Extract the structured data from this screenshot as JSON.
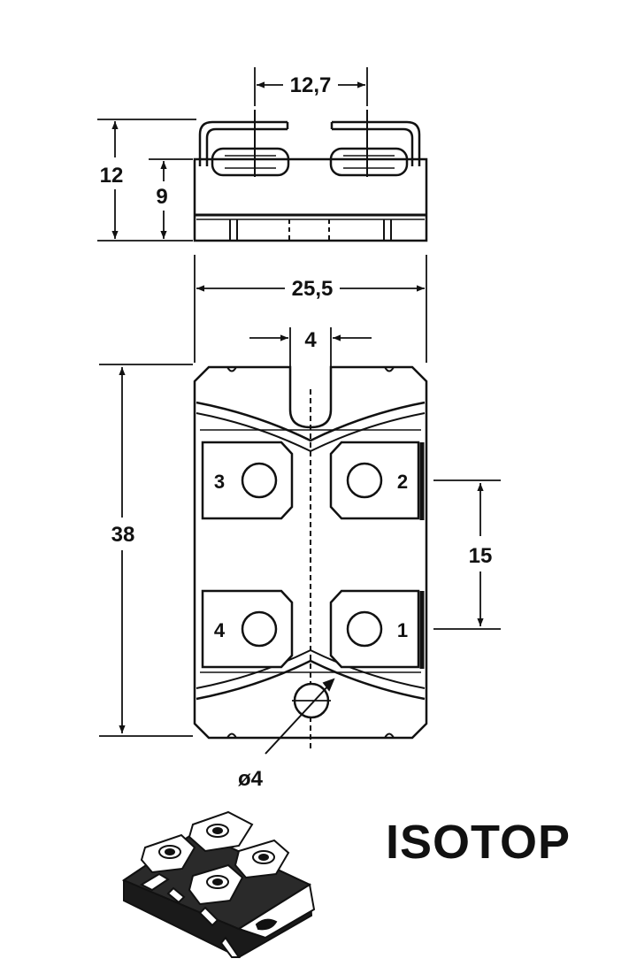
{
  "title": "ISOTOP",
  "dimensions": {
    "pin_spacing": "12,7",
    "total_height": "12",
    "body_height": "9",
    "width": "25,5",
    "slot_width": "4",
    "length": "38",
    "pin_pitch": "15",
    "hole_diameter": "ø4"
  },
  "pins": {
    "top_left": "3",
    "top_right": "2",
    "bottom_left": "4",
    "bottom_right": "1"
  },
  "colors": {
    "line": "#111111",
    "background": "#ffffff"
  }
}
